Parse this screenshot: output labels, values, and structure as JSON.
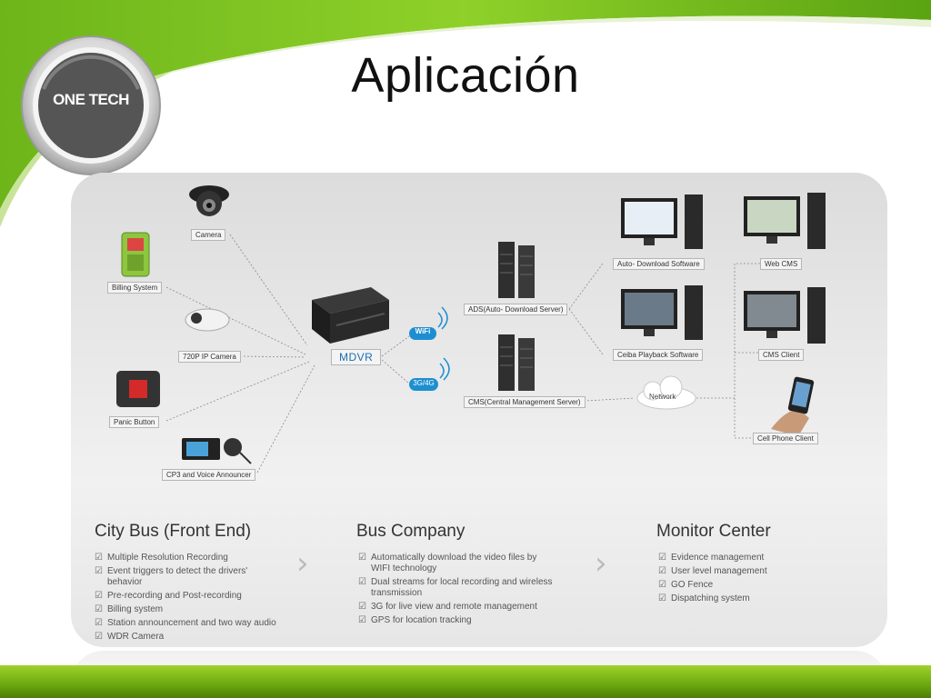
{
  "slide": {
    "title": "Aplicación",
    "logo_text": "ONE TECH",
    "colors": {
      "green": "#7dc21c",
      "dark_green": "#4a7f06",
      "logo_gray": "#555555",
      "wifi_blue": "#1d8fd1"
    }
  },
  "diagram": {
    "hub_label": "MDVR",
    "wifi_badge": "WiFi",
    "cell_badge": "3G/4G",
    "inputs": [
      "Camera",
      "Billing System",
      "720P IP Camera",
      "Panic Button",
      "CP3 and Voice Announcer"
    ],
    "servers": [
      "ADS(Auto- Download Server)",
      "CMS(Central Management Server)"
    ],
    "network_label": "Network",
    "clients": [
      "Auto- Download Software",
      "Web CMS",
      "Ceiba Playback Software",
      "CMS Client",
      "Cell Phone Client"
    ]
  },
  "columns": [
    {
      "title": "City Bus (Front End)",
      "items": [
        "Multiple Resolution Recording",
        "Event triggers to detect the drivers' behavior",
        "Pre-recording and Post-recording",
        "Billing system",
        "Station announcement and two way audio",
        "WDR Camera"
      ]
    },
    {
      "title": "Bus Company",
      "items": [
        "Automatically download the video  files by WIFI technology",
        "Dual streams for local recording and  wireless transmission",
        "3G for live view and remote management",
        "GPS for location tracking"
      ]
    },
    {
      "title": "Monitor Center",
      "items": [
        "Evidence management",
        "User level management",
        "GO Fence",
        "Dispatching system"
      ]
    }
  ]
}
